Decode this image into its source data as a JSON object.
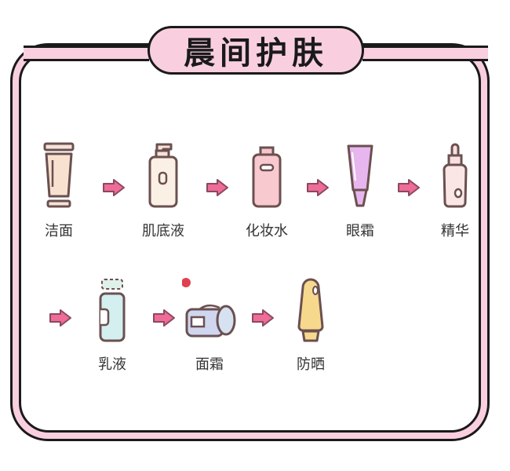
{
  "title": "晨间护肤",
  "colors": {
    "frame_pink": "#f9cfe0",
    "outline": "#1a1a1a",
    "arrow_pink": "#ef6b98",
    "label_text": "#333333"
  },
  "steps": [
    {
      "label": "洁面",
      "icon": "cleanser-tube-icon"
    },
    {
      "label": "肌底液",
      "icon": "pump-bottle-icon"
    },
    {
      "label": "化妆水",
      "icon": "toner-bottle-icon"
    },
    {
      "label": "眼霜",
      "icon": "eye-cream-tube-icon"
    },
    {
      "label": "精华",
      "icon": "serum-dropper-icon"
    },
    {
      "label": "乳液",
      "icon": "lotion-bottle-icon"
    },
    {
      "label": "面霜",
      "icon": "cream-jar-icon"
    },
    {
      "label": "防晒",
      "icon": "sunscreen-bottle-icon"
    }
  ],
  "arrows": 7
}
